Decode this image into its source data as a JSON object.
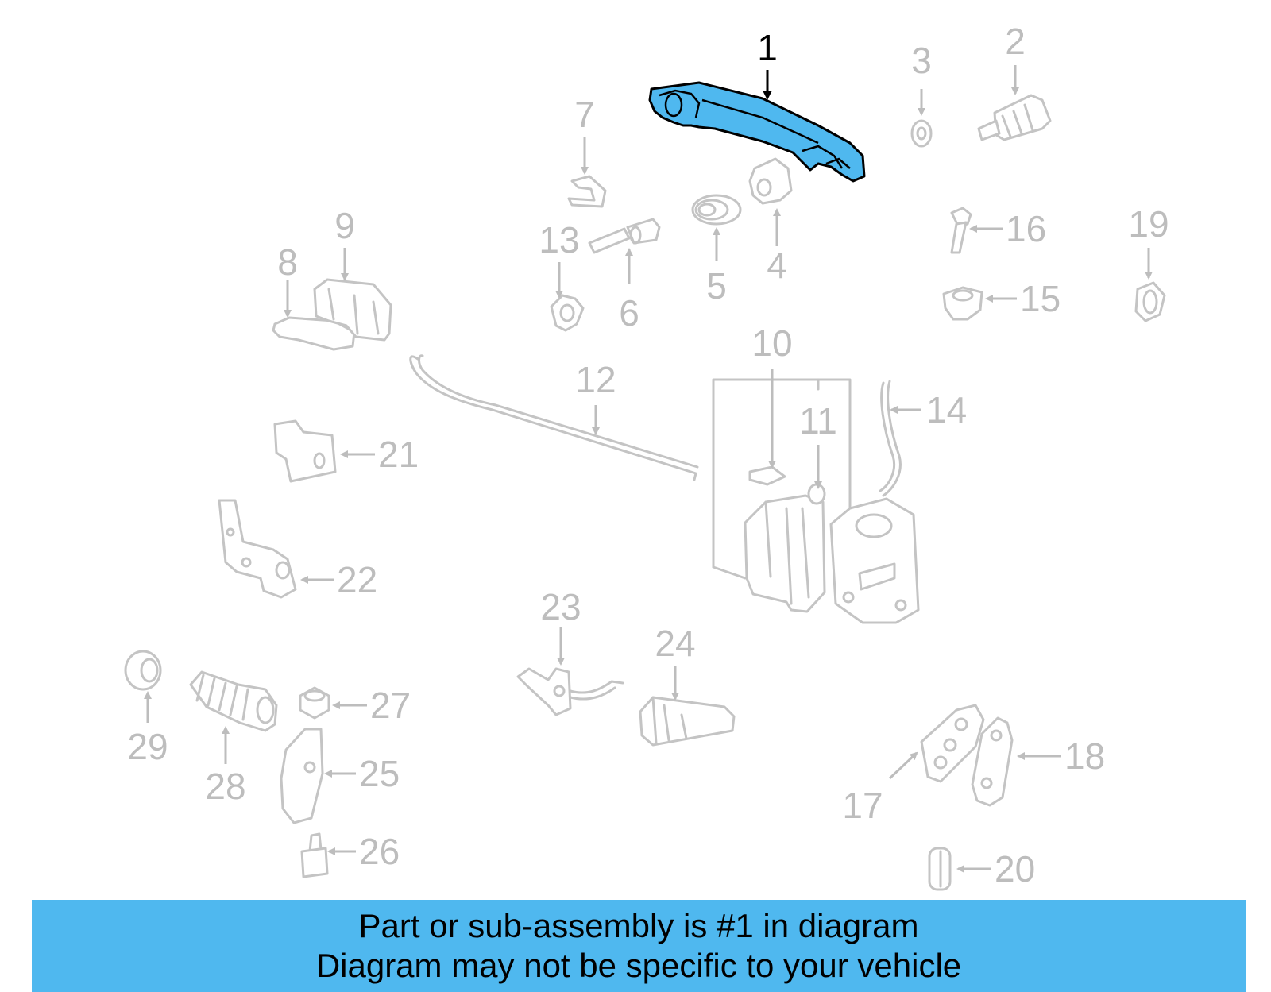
{
  "colors": {
    "highlight": "#4fb8ef",
    "banner_background": "#4fb8ef",
    "part_outline": "#c4c4c4",
    "label_gray": "#bdbdbd",
    "label_highlight": "#000000"
  },
  "diagram": {
    "labels": [
      "1",
      "2",
      "3",
      "4",
      "5",
      "6",
      "7",
      "8",
      "9",
      "10",
      "11",
      "12",
      "13",
      "14",
      "15",
      "16",
      "17",
      "18",
      "19",
      "20",
      "21",
      "22",
      "23",
      "24",
      "25",
      "26",
      "27",
      "28",
      "29"
    ],
    "highlighted_part": "1"
  },
  "banner": {
    "line1": "Part or sub-assembly is #1 in diagram",
    "line2": "Diagram may not be specific to your vehicle"
  }
}
